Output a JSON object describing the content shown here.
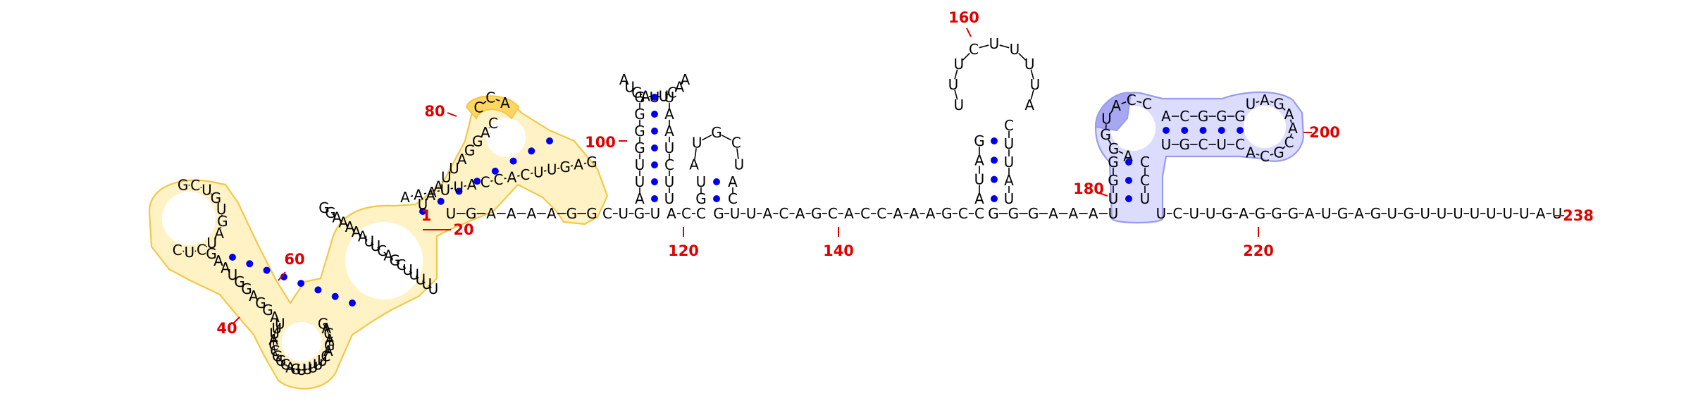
{
  "highlight_colors": {
    "yellow_fill": "#fff2c4",
    "yellow_stroke": "#f2c84b",
    "yellow_dark": "#ffd661",
    "blue_fill": "#dcdcff",
    "blue_stroke": "#9a9af0",
    "blue_dark": "#a8a8f2",
    "pair": "#0000ee",
    "numbers": "#e00000"
  },
  "position_labels": [
    "1",
    "20",
    "40",
    "60",
    "80",
    "100",
    "120",
    "140",
    "160",
    "180",
    "200",
    "220",
    "238"
  ],
  "segments": {
    "left_tail": [
      "U",
      "G",
      "A",
      "A",
      "A",
      "A",
      "G",
      "G"
    ],
    "linker_a": [
      "C",
      "U",
      "G",
      "U"
    ],
    "linker_b": [
      "A",
      "C",
      "C"
    ],
    "spine_1": [
      "G",
      "U",
      "U",
      "A",
      "C",
      "A",
      "G",
      "C",
      "A",
      "C",
      "C",
      "A",
      "A",
      "A",
      "G",
      "C",
      "C"
    ],
    "spine_2": [
      "G",
      "G",
      "G",
      "A",
      "A",
      "A",
      "U"
    ],
    "spine_3": [
      "U",
      "C",
      "U",
      "U",
      "G",
      "A",
      "G",
      "G",
      "G",
      "A",
      "U",
      "G",
      "A",
      "G",
      "U",
      "G",
      "U",
      "U",
      "U",
      "U",
      "U",
      "U",
      "U",
      "A",
      "U"
    ],
    "yellow_upper_inner": [
      "U",
      "A",
      "A",
      "U",
      "U",
      "A",
      "G",
      "G",
      "A",
      "C"
    ],
    "yellow_upper_outer": [
      "A",
      "A",
      "A",
      "U",
      "U",
      "A",
      "C",
      "C",
      "A",
      "C",
      "U",
      "U",
      "G",
      "A",
      "G"
    ],
    "yellow_top_loop": [
      "C",
      "C",
      "A"
    ],
    "yellow_lower": [
      "G",
      "G",
      "A",
      "A",
      "A",
      "A",
      "A",
      "U",
      "U",
      "C",
      "A",
      "G",
      "C",
      "U",
      "U",
      "U",
      "U",
      "U"
    ],
    "yellow_left_loop": [
      "G",
      "C",
      "U",
      "G",
      "U",
      "G",
      "A",
      "U",
      "C",
      "U",
      "C"
    ],
    "yellow_left_loop2": [
      "G",
      "A",
      "A",
      "U",
      "G",
      "G",
      "A",
      "G",
      "G",
      "A"
    ],
    "yellow_bottom_loop": [
      "G",
      "A",
      "C",
      "A",
      "G",
      "A",
      "C",
      "U",
      "U",
      "U",
      "U",
      "U",
      "G",
      "A",
      "C",
      "G",
      "G",
      "C",
      "C",
      "A",
      "U",
      "U",
      "U"
    ],
    "stem_100_left": [
      "A",
      "U",
      "U",
      "G",
      "G",
      "G",
      "G"
    ],
    "stem_100_right": [
      "U",
      "A",
      "A",
      "U",
      "C",
      "U",
      "U"
    ],
    "loop_100": [
      "A",
      "A",
      "C",
      "U",
      "U",
      "A",
      "G",
      "U",
      "A"
    ],
    "stem_small_left": [
      "G",
      "U"
    ],
    "stem_small_right": [
      "C",
      "A"
    ],
    "loop_small": [
      "A",
      "U",
      "G",
      "C",
      "U"
    ],
    "stem_160_left": [
      "A",
      "U",
      "A",
      "G"
    ],
    "stem_160_right": [
      "U",
      "A",
      "U",
      "U",
      "C"
    ],
    "loop_160": [
      "U",
      "U",
      "U",
      "C",
      "U",
      "U",
      "U",
      "U",
      "A"
    ],
    "blue_stem_left": [
      "U",
      "G",
      "G"
    ],
    "blue_stem_right": [
      "U",
      "C",
      "C"
    ],
    "blue_left_loop": [
      "A",
      "G",
      "G",
      "U",
      "A",
      "C",
      "C"
    ],
    "blue_inner_top": [
      "A",
      "C",
      "G",
      "G",
      "G"
    ],
    "blue_inner_bottom": [
      "U",
      "G",
      "C",
      "U",
      "C"
    ],
    "blue_right_loop": [
      "U",
      "A",
      "G",
      "A",
      "A",
      "C",
      "G",
      "C",
      "A"
    ]
  }
}
